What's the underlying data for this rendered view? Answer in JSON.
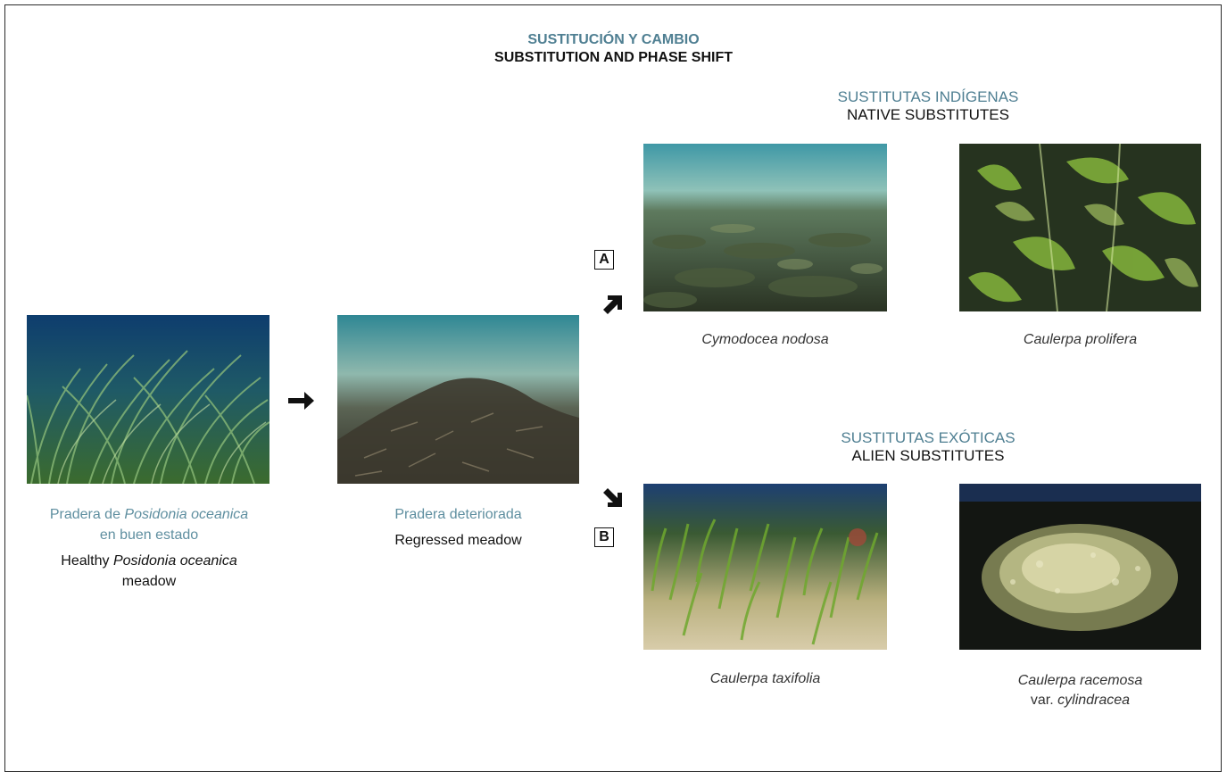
{
  "title": {
    "spanish": "SUSTITUCIÓN Y CAMBIO",
    "english": "SUBSTITUTION AND PHASE SHIFT"
  },
  "native_section": {
    "spanish": "SUSTITUTAS INDÍGENAS",
    "english": "NATIVE SUBSTITUTES",
    "label": "A"
  },
  "alien_section": {
    "spanish": "SUSTITUTAS EXÓTICAS",
    "english": "ALIEN SUBSTITUTES",
    "label": "B"
  },
  "healthy": {
    "spanish_prefix": "Pradera de ",
    "spanish_species": "Posidonia oceanica",
    "spanish_suffix": "en buen estado",
    "english_prefix": "Healthy ",
    "english_species": "Posidonia oceanica",
    "english_suffix": "meadow"
  },
  "regressed": {
    "spanish": "Pradera deteriorada",
    "english": "Regressed meadow"
  },
  "species": {
    "cymodocea": "Cymodocea nodosa",
    "caulerpa_prolifera": "Caulerpa prolifera",
    "caulerpa_taxifolia": "Caulerpa taxifolia",
    "caulerpa_racemosa": "Caulerpa racemosa",
    "racemosa_var_prefix": "var. ",
    "racemosa_var": "cylindracea"
  },
  "icons": {
    "main_arrow": "arrow-right-icon",
    "up_arrow": "arrow-up-right-icon",
    "down_arrow": "arrow-down-right-icon"
  },
  "colors": {
    "accent_teal": "#4f7f92",
    "caption_teal": "#5f8fa0",
    "text": "#111111"
  }
}
